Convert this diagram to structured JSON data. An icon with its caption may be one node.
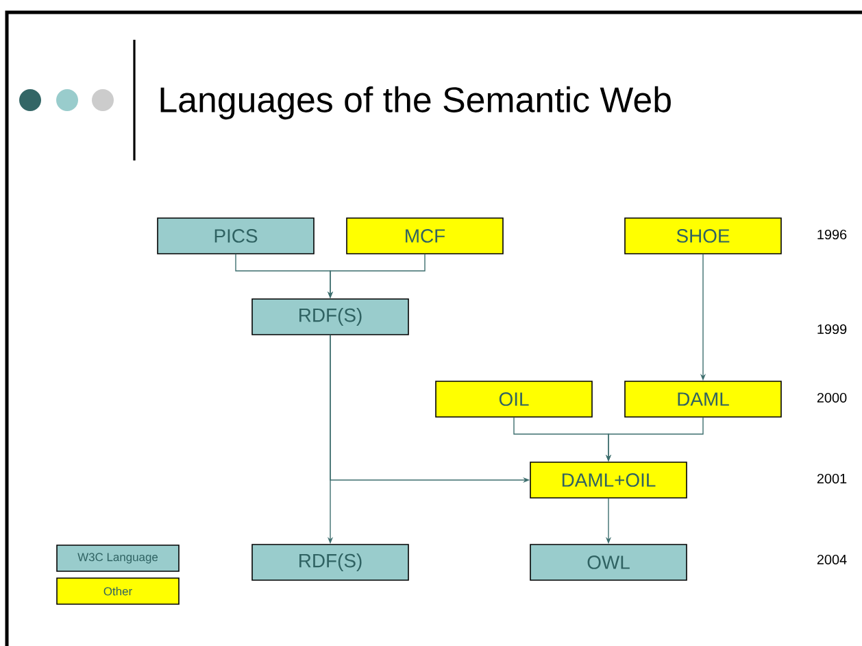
{
  "diagram": {
    "title": "Languages of the Semantic Web",
    "nodes": [
      {
        "text": [
          "PICS"
        ]
      },
      {
        "text": [
          "MCF"
        ]
      },
      {
        "text": [
          "SHOE"
        ]
      },
      {
        "text": [
          "RDF(S)"
        ]
      },
      {
        "text": [
          "OIL"
        ]
      },
      {
        "text": [
          "DAML"
        ]
      },
      {
        "text": [
          "DAML+OIL"
        ]
      },
      {
        "text": [
          "RDF(S)"
        ]
      },
      {
        "text": [
          "OWL"
        ]
      }
    ],
    "edges": [
      {
        "from": 0,
        "to": 3,
        "arrow": "to"
      },
      {
        "from": 1,
        "to": 3,
        "arrow": "to"
      },
      {
        "from": 2,
        "to": 5,
        "arrow": "to"
      },
      {
        "from": 3,
        "to": 7,
        "arrow": "to"
      },
      {
        "from": 3,
        "to": 6,
        "arrow": "to"
      },
      {
        "from": 4,
        "to": 6,
        "arrow": "to"
      },
      {
        "from": 5,
        "to": 6,
        "arrow": "to"
      },
      {
        "from": 6,
        "to": 8,
        "arrow": "to"
      }
    ],
    "labels": [
      "1996",
      "1999",
      "2000",
      "2001",
      "2004"
    ],
    "legend": [
      {
        "text": "W3C Language",
        "color": "#99cccc"
      },
      {
        "text": "Other",
        "color": "#ffff00"
      }
    ]
  }
}
